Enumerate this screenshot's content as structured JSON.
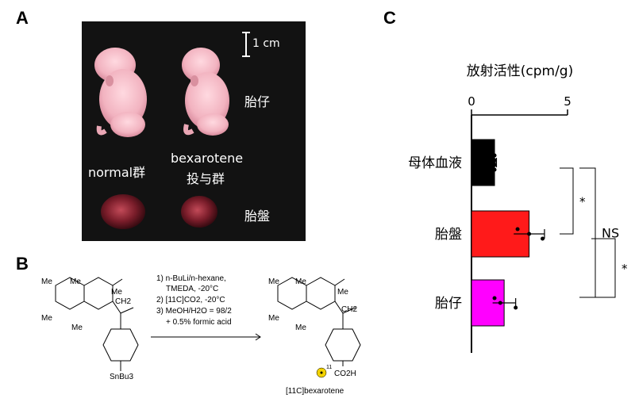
{
  "panels": {
    "a": "A",
    "b": "B",
    "c": "C"
  },
  "photo": {
    "scale_bar": "1 cm",
    "label_pup": "胎仔",
    "label_normal": "normal群",
    "label_bex_1": "bexarotene",
    "label_bex_2": "投与群",
    "label_placenta": "胎盤"
  },
  "scheme": {
    "step1": "1) n-BuLi/n-hexane,",
    "step1b": "TMEDA, -20°C",
    "step2": "2) [11C]CO2, -20°C",
    "step3": "3) MeOH/H2O = 98/2",
    "step3b": "+ 0.5% formic acid",
    "product_name": "[11C]bexarotene",
    "me": "Me",
    "snbu3": "SnBu3",
    "co2h": "CO2H",
    "ch2": "CH2",
    "c11": "11"
  },
  "chart_data": {
    "type": "bar",
    "orientation": "horizontal",
    "xlabel": "放射活性(cpm/g)",
    "xlim": [
      0,
      5
    ],
    "xticks": [
      0,
      5
    ],
    "categories": [
      "母体血液",
      "胎盤",
      "胎仔"
    ],
    "values": [
      1.2,
      3.0,
      1.7
    ],
    "errors": [
      0.1,
      0.8,
      0.6
    ],
    "colors": [
      "#000000",
      "#ff1a1a",
      "#ff00ff"
    ],
    "points": [
      [
        1.2,
        1.2,
        1.2,
        1.2
      ],
      [
        2.4,
        3.0,
        3.7
      ],
      [
        1.2,
        1.5,
        2.3
      ]
    ],
    "significance": [
      {
        "from": 0,
        "to": 1,
        "label": "*"
      },
      {
        "from": 0,
        "to": 2,
        "label": "NS"
      },
      {
        "from": 1,
        "to": 2,
        "label": "*"
      }
    ]
  }
}
